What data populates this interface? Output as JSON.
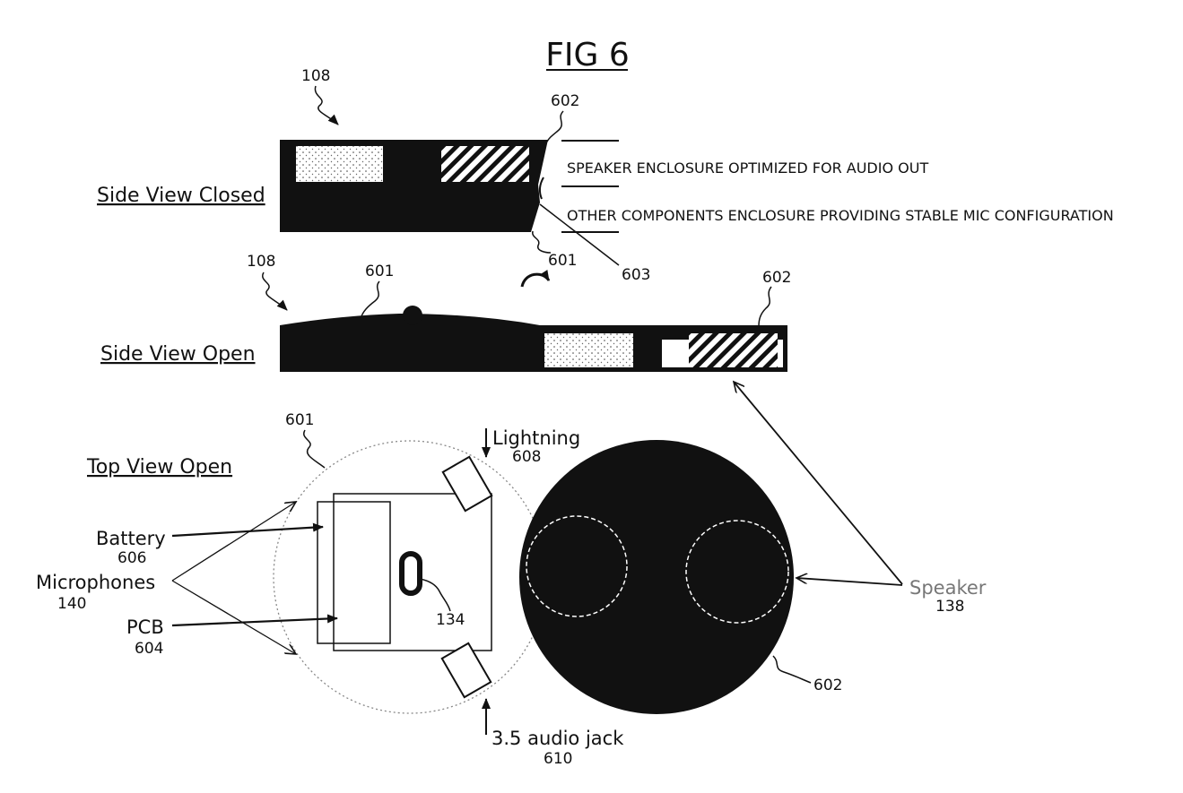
{
  "figure": {
    "title": "FIG 6",
    "views": {
      "side_closed": "Side View Closed",
      "side_open": "Side View Open",
      "top_open": "Top View Open"
    },
    "notes": {
      "speaker_enclosure": "SPEAKER ENCLOSURE OPTIMIZED FOR AUDIO OUT",
      "other_enclosure": "OTHER COMPONENTS ENCLOSURE PROVIDING STABLE MIC CONFIGURATION"
    },
    "refs": {
      "closed_device": "108",
      "closed_602": "602",
      "closed_601": "601",
      "closed_603": "603",
      "open_device": "108",
      "open_601": "601",
      "open_602": "602",
      "top_601": "601",
      "top_602": "602",
      "top_134": "134"
    },
    "components": {
      "battery": {
        "label": "Battery",
        "ref": "606"
      },
      "microphones": {
        "label": "Microphones",
        "ref": "140"
      },
      "pcb": {
        "label": "PCB",
        "ref": "604"
      },
      "lightning": {
        "label": "Lightning",
        "ref": "608"
      },
      "audio_jack": {
        "label": "3.5 audio jack",
        "ref": "610"
      },
      "speaker": {
        "label": "Speaker",
        "ref": "138"
      }
    },
    "colors": {
      "ink": "#111111",
      "speaker_label": "#777777",
      "paper": "#ffffff"
    }
  }
}
